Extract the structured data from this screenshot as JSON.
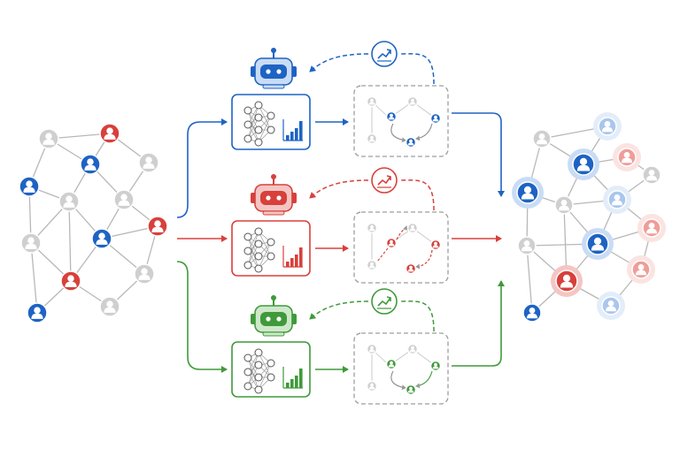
{
  "colors": {
    "blue": "#1e63c4",
    "blue_light": "#c9dcf5",
    "blue_pale": "#e3edfa",
    "red": "#d8403b",
    "red_light": "#f4c6c3",
    "red_pale": "#fbe3e1",
    "green": "#3f9a3a",
    "green_light": "#cfe8cb",
    "gray": "#cfcfcf",
    "gray_dark": "#9a9a9a",
    "edge": "#b8b8b8",
    "dash": "#9e9e9e"
  },
  "icons": {
    "agent": "robot-icon",
    "model": "neural-network-icon",
    "metric": "bar-chart-icon",
    "feedback": "trend-up-icon",
    "user": "user-icon"
  },
  "input_graph": {
    "nodes": [
      {
        "id": "a",
        "kind": "gray"
      },
      {
        "id": "b",
        "kind": "red"
      },
      {
        "id": "c",
        "kind": "blue"
      },
      {
        "id": "d",
        "kind": "gray"
      },
      {
        "id": "e",
        "kind": "blue"
      },
      {
        "id": "f",
        "kind": "gray"
      },
      {
        "id": "g",
        "kind": "gray"
      },
      {
        "id": "h",
        "kind": "red"
      },
      {
        "id": "i",
        "kind": "gray"
      },
      {
        "id": "j",
        "kind": "blue"
      },
      {
        "id": "k",
        "kind": "red"
      },
      {
        "id": "l",
        "kind": "gray"
      },
      {
        "id": "m",
        "kind": "blue"
      },
      {
        "id": "n",
        "kind": "gray"
      }
    ]
  },
  "pipelines": [
    {
      "color": "blue",
      "agent": "robot-icon"
    },
    {
      "color": "red",
      "agent": "robot-icon"
    },
    {
      "color": "green",
      "agent": "robot-icon"
    }
  ],
  "output_graph": {
    "nodes": [
      {
        "id": "a",
        "kind": "gray"
      },
      {
        "id": "b",
        "kind": "blue-pale"
      },
      {
        "id": "c",
        "kind": "blue-strong"
      },
      {
        "id": "d",
        "kind": "red-pale"
      },
      {
        "id": "e",
        "kind": "blue-strong"
      },
      {
        "id": "f",
        "kind": "gray"
      },
      {
        "id": "g",
        "kind": "gray"
      },
      {
        "id": "h",
        "kind": "blue-pale"
      },
      {
        "id": "i",
        "kind": "gray"
      },
      {
        "id": "j",
        "kind": "blue-strong"
      },
      {
        "id": "k",
        "kind": "red-pale"
      },
      {
        "id": "l",
        "kind": "red-strong"
      },
      {
        "id": "m",
        "kind": "red-pale"
      },
      {
        "id": "n",
        "kind": "blue"
      },
      {
        "id": "o",
        "kind": "blue-pale"
      }
    ]
  }
}
